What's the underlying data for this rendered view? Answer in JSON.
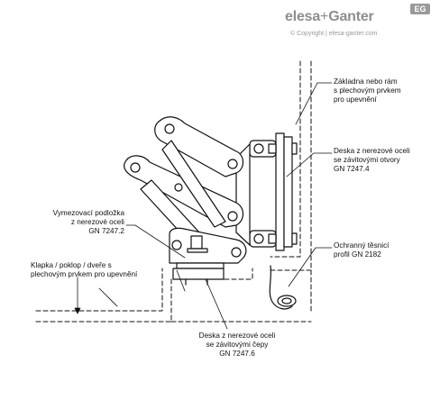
{
  "brand": {
    "logo_text_left": "elesa",
    "logo_plus": "+",
    "logo_text_right": "Ganter",
    "badge": "EG",
    "copyright": "© Copyright | elesa-ganter.com"
  },
  "labels": {
    "frame": "Základna nebo rám\ns plechovým prvkem\npro upevnění",
    "plate_threaded_holes": "Deska z nerezové oceli\nse závitovými otvory\nGN 7247.4",
    "spacer": "Vymezovací podložka\nz nerezové oceli\nGN 7247.2",
    "seal": "Ochranný těsnicí\nprofil GN 2182",
    "flap": "Klapka / poklop / dveře s\nplechovým prvkem pro upevnění",
    "plate_threaded_studs": "Deska z nerezové oceli\nse závitovými čepy\nGN 7247.6"
  }
}
